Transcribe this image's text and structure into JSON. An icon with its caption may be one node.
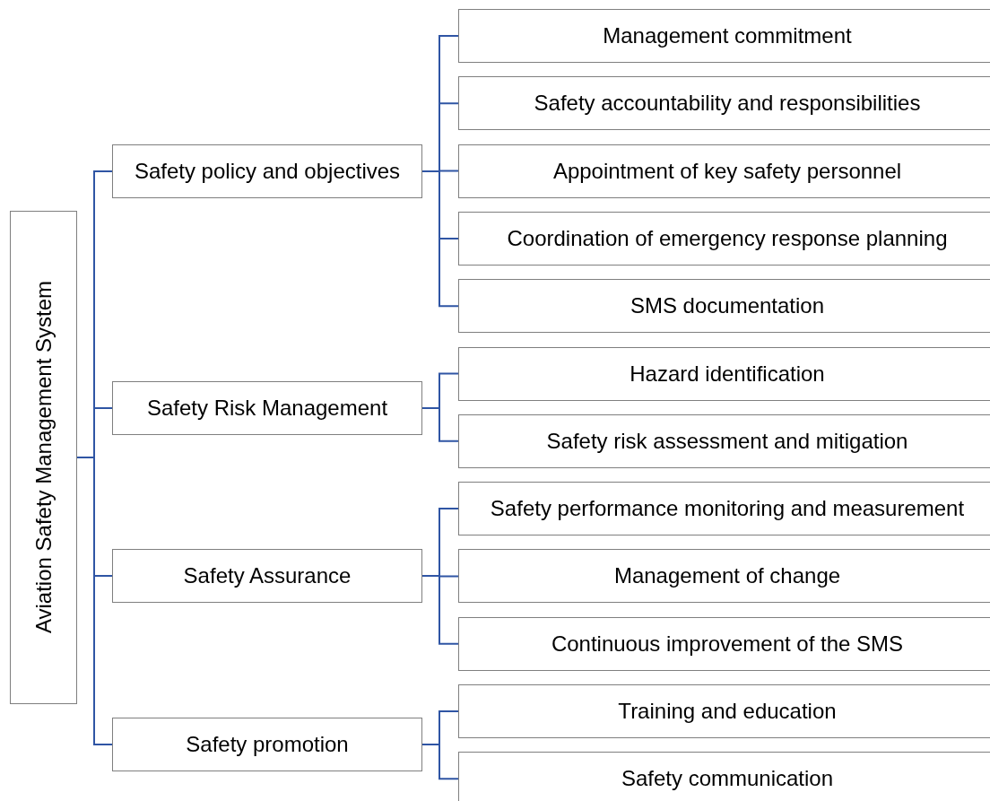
{
  "diagram": {
    "nodes": [
      {
        "text": [
          "Aviation Safety Management System"
        ]
      },
      {
        "text": [
          "Safety policy and objectives"
        ]
      },
      {
        "text": [
          "Safety Risk Management"
        ]
      },
      {
        "text": [
          "Safety Assurance"
        ]
      },
      {
        "text": [
          "Safety promotion"
        ]
      },
      {
        "text": [
          "Management commitment"
        ]
      },
      {
        "text": [
          "Safety accountability and responsibilities"
        ]
      },
      {
        "text": [
          "Appointment of key safety personnel"
        ]
      },
      {
        "text": [
          "Coordination of emergency response planning"
        ]
      },
      {
        "text": [
          "SMS documentation"
        ]
      },
      {
        "text": [
          "Hazard identification"
        ]
      },
      {
        "text": [
          "Safety risk assessment and mitigation"
        ]
      },
      {
        "text": [
          "Safety performance monitoring and measurement"
        ]
      },
      {
        "text": [
          "Management of change"
        ]
      },
      {
        "text": [
          "Continuous improvement of the SMS"
        ]
      },
      {
        "text": [
          "Training and education"
        ]
      },
      {
        "text": [
          "Safety communication"
        ]
      }
    ],
    "edges": [
      {
        "from": 0,
        "to": 1,
        "arrow": "none"
      },
      {
        "from": 0,
        "to": 2,
        "arrow": "none"
      },
      {
        "from": 0,
        "to": 3,
        "arrow": "none"
      },
      {
        "from": 0,
        "to": 4,
        "arrow": "none"
      },
      {
        "from": 1,
        "to": 5,
        "arrow": "none"
      },
      {
        "from": 1,
        "to": 6,
        "arrow": "none"
      },
      {
        "from": 1,
        "to": 7,
        "arrow": "none"
      },
      {
        "from": 1,
        "to": 8,
        "arrow": "none"
      },
      {
        "from": 1,
        "to": 9,
        "arrow": "none"
      },
      {
        "from": 2,
        "to": 10,
        "arrow": "none"
      },
      {
        "from": 2,
        "to": 11,
        "arrow": "none"
      },
      {
        "from": 3,
        "to": 12,
        "arrow": "none"
      },
      {
        "from": 3,
        "to": 13,
        "arrow": "none"
      },
      {
        "from": 3,
        "to": 14,
        "arrow": "none"
      },
      {
        "from": 4,
        "to": 15,
        "arrow": "none"
      },
      {
        "from": 4,
        "to": 16,
        "arrow": "none"
      }
    ]
  }
}
